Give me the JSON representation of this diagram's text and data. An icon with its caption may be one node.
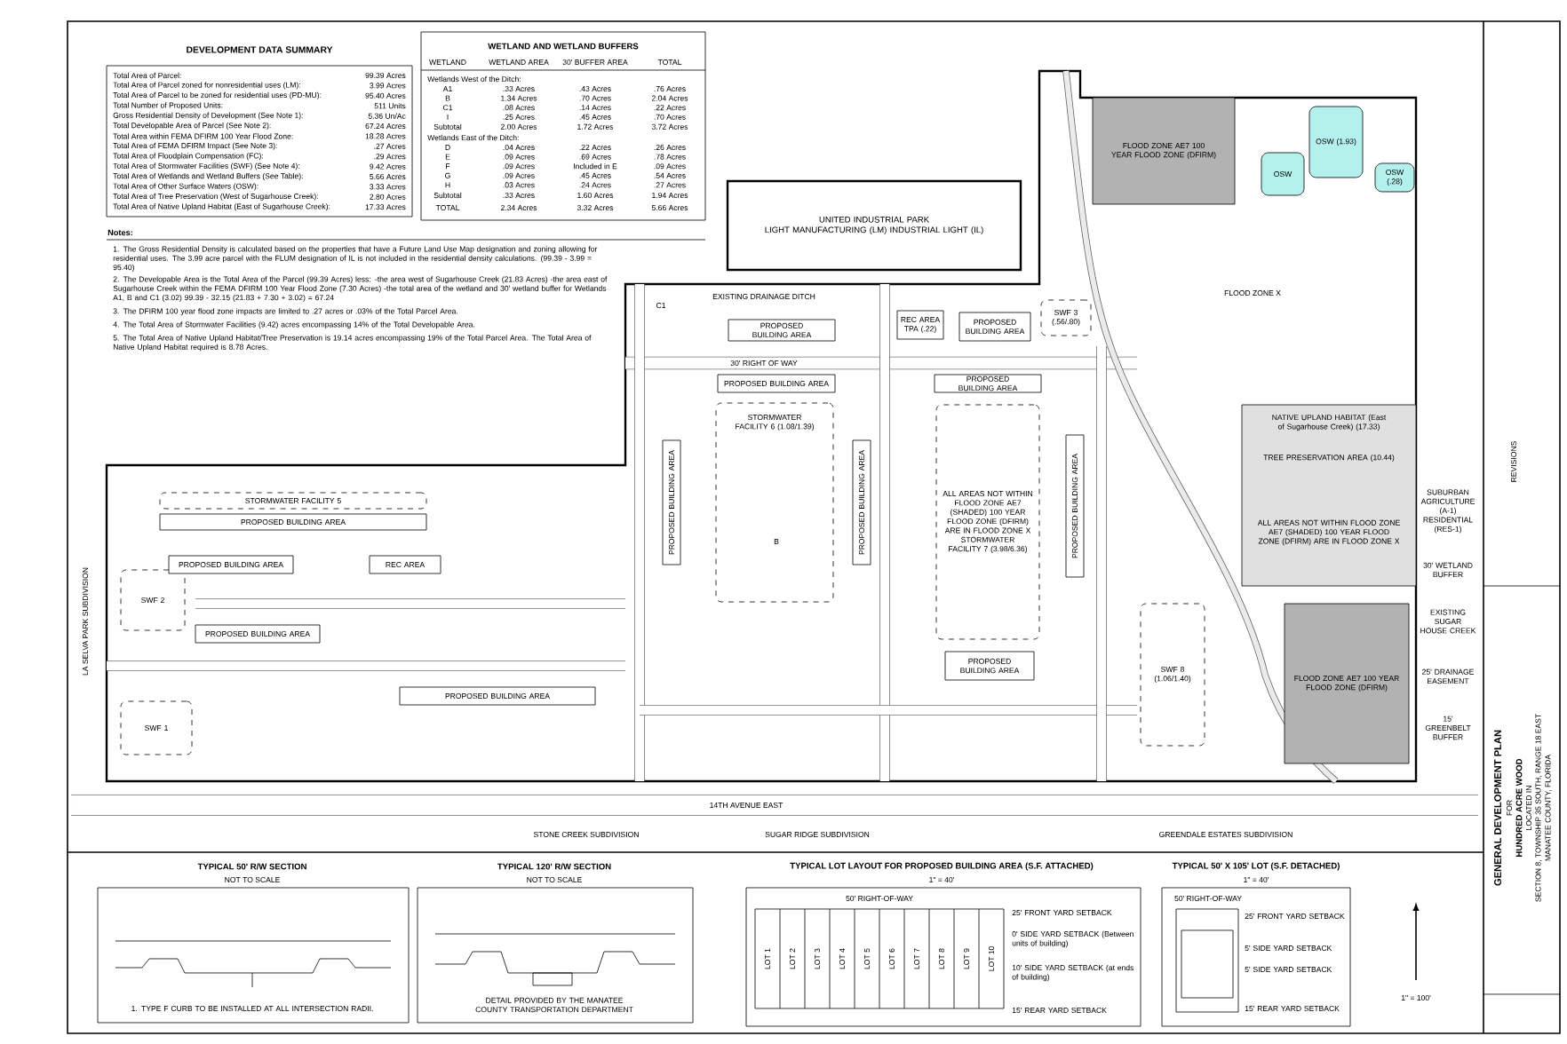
{
  "diagram": {
    "nodes": [
      {
        "text": [
          "STORMWATER FACILITY 5"
        ]
      },
      {
        "text": [
          "STORMWATER FACILITY 6 (1.08/1.39)"
        ]
      },
      {
        "text": [
          "ALL AREAS NOT WITHIN FLOOD ZONE AE7 (SHADED) 100 YEAR FLOOD ZONE (DFIRM) ARE IN FLOOD ZONE X",
          "STORMWATER FACILITY 7 (3.98/6.36)"
        ]
      },
      {
        "text": [
          "SWF 1"
        ]
      },
      {
        "text": [
          "SWF 2"
        ]
      },
      {
        "text": [
          "SWF 3 (.56/.80)"
        ]
      },
      {
        "text": [
          "SWF 8 (1.06/1.40)"
        ]
      },
      {
        "text": [
          "REC AREA TPA (.22)"
        ]
      },
      {
        "text": [
          "REC AREA"
        ]
      },
      {
        "text": [
          "FLOOD ZONE AE7 100 YEAR FLOOD ZONE (DFIRM)"
        ]
      },
      {
        "text": [
          "FLOOD ZONE AE7 100 YEAR FLOOD ZONE (DFIRM)"
        ]
      },
      {
        "text": [
          "NATIVE UPLAND HABITAT (East of Sugarhouse Creek) (17.33)"
        ]
      },
      {
        "text": [
          "OSW (1.93)"
        ]
      },
      {
        "text": [
          "OSW (.28)"
        ]
      },
      {
        "text": [
          "OSW"
        ]
      },
      {
        "text": [
          "UNITED INDUSTRIAL PARK",
          "LIGHT MANUFACTURING (LM) INDUSTRIAL LIGHT (IL)"
        ]
      },
      {
        "text": [
          "PROPOSED BUILDING AREA"
        ]
      },
      {
        "text": [
          "PROPOSED BUILDING AREA"
        ]
      },
      {
        "text": [
          "PROPOSED BUILDING AREA"
        ]
      },
      {
        "text": [
          "PROPOSED BUILDING AREA"
        ]
      },
      {
        "text": [
          "PROPOSED BUILDING AREA"
        ]
      },
      {
        "text": [
          "PROPOSED BUILDING AREA"
        ]
      },
      {
        "text": [
          "PROPOSED BUILDING AREA"
        ]
      },
      {
        "text": [
          "PROPOSED BUILDING AREA"
        ]
      },
      {
        "text": [
          "PROPOSED BUILDING AREA"
        ]
      },
      {
        "text": [
          "PROPOSED BUILDING AREA"
        ]
      },
      {
        "text": [
          "PROPOSED BUILDING AREA"
        ]
      },
      {
        "text": [
          "PROPOSED BUILDING AREA"
        ]
      }
    ],
    "labels": [
      "DEVELOPMENT DATA SUMMARY",
      "Total Area of Parcel:",
      "99.39 Acres",
      "Total Area of Parcel zoned for nonresidential uses (LM):",
      "3.99 Acres",
      "Total Area of Parcel to be zoned for residential uses (PD-MU):",
      "95.40 Acres",
      "Total Number of Proposed Units:",
      "511 Units",
      "Gross Residential Density of Development (See Note 1):",
      "5.36 Un/Ac",
      "Total Developable Area of Parcel (See Note 2):",
      "67.24 Acres",
      "Total Area within FEMA DFIRM 100 Year Flood Zone:",
      "18.28 Acres",
      "Total Area of FEMA DFIRM Impact (See Note 3):",
      ".27 Acres",
      "Total Area of Floodplain Compensation (FC):",
      ".29 Acres",
      "Total Area of Stormwater Facilities (SWF) (See Note 4):",
      "9.42 Acres",
      "Total Area of Wetlands and Wetland Buffers (See Table):",
      "5.66 Acres",
      "Total Area of Other Surface Waters (OSW):",
      "3.33 Acres",
      "Total Area of Tree Preservation (West of Sugarhouse Creek):",
      "2.80 Acres",
      "Total Area of Native Upland Habitat (East of Sugarhouse Creek):",
      "17.33 Acres",
      "WETLAND AND WETLAND BUFFERS",
      "WETLAND",
      "WETLAND AREA",
      "30' BUFFER AREA",
      "TOTAL",
      "Wetlands West of the Ditch:",
      "A1",
      ".33 Acres",
      ".43 Acres",
      ".76 Acres",
      "B",
      "1.34 Acres",
      ".70 Acres",
      "2.04 Acres",
      "C1",
      ".08 Acres",
      ".14 Acres",
      ".22 Acres",
      "I",
      ".25 Acres",
      ".45 Acres",
      ".70 Acres",
      "Subtotal",
      "2.00 Acres",
      "1.72 Acres",
      "3.72 Acres",
      "Wetlands East of the Ditch:",
      "D",
      ".04 Acres",
      ".22 Acres",
      ".26 Acres",
      "E",
      ".09 Acres",
      ".69 Acres",
      ".78 Acres",
      "F",
      ".09 Acres",
      "Included in E",
      ".09 Acres",
      "G",
      ".09 Acres",
      ".45 Acres",
      ".54 Acres",
      "H",
      ".03 Acres",
      ".24 Acres",
      ".27 Acres",
      "Subtotal",
      ".33 Acres",
      "1.60 Acres",
      "1.94 Acres",
      "TOTAL",
      "2.34 Acres",
      "3.32 Acres",
      "5.66 Acres",
      "Notes:",
      "1. The Gross Residential Density is calculated based on the properties that have a Future Land Use Map designation and zoning allowing for residential uses. The 3.99 acre parcel with the FLUM designation of IL is not included in the residential density calculations. (99.39 - 3.99 = 95.40)",
      "2. The Developable Area is the Total Area of the Parcel (99.39 Acres) less: -the area west of Sugarhouse Creek (21.83 Acres) -the area east of Sugarhouse Creek within the FEMA DFIRM 100 Year Flood Zone (7.30 Acres) -the total area of the wetland and 30' wetland buffer for Wetlands A1, B and C1 (3.02) 99.39 - 32.15 (21.83 + 7.30 + 3.02) = 67.24",
      "3. The DFIRM 100 year flood zone impacts are limited to .27 acres or .03% of the Total Parcel Area.",
      "4. The Total Area of Stormwater Facilities (9.42) acres encompassing 14% of the Total Developable Area.",
      "5. The Total Area of Native Upland Habitat/Tree Preservation is 19.14 acres encompassing 19% of the Total Parcel Area. The Total Area of Native Upland Habitat required is 8.78 Acres.",
      "FLOOD ZONE X",
      "TREE PRESERVATION AREA (10.44)",
      "ALL AREAS NOT WITHIN FLOOD ZONE AE7 (SHADED) 100 YEAR FLOOD ZONE (DFIRM) ARE IN FLOOD ZONE X",
      "14TH AVENUE EAST",
      "STONE CREEK SUBDIVISION",
      "SUGAR RIDGE SUBDIVISION",
      "GREENDALE ESTATES SUBDIVISION",
      "LA SELVA PARK SUBDIVISION",
      "EXISTING SUGAR HOUSE CREEK",
      "25' DRAINAGE EASEMENT",
      "15' GREENBELT BUFFER",
      "SUBURBAN AGRICULTURE (A-1) RESIDENTIAL (RES-1)",
      "30' WETLAND BUFFER",
      "EXISTING DRAINAGE DITCH",
      "30' RIGHT OF WAY",
      "C1",
      "B",
      "TYPICAL 50' R/W SECTION",
      "NOT TO SCALE",
      "1. TYPE F CURB TO BE INSTALLED AT ALL INTERSECTION RADII.",
      "TYPICAL 120' R/W SECTION",
      "NOT TO SCALE",
      "DETAIL PROVIDED BY THE MANATEE COUNTY TRANSPORTATION DEPARTMENT",
      "TYPICAL LOT LAYOUT FOR PROPOSED BUILDING AREA (S.F. ATTACHED)",
      "1\" = 40'",
      "50' RIGHT-OF-WAY",
      "25' FRONT YARD SETBACK",
      "0' SIDE YARD SETBACK (Between units of building)",
      "10' SIDE YARD SETBACK (at ends of building)",
      "15' REAR YARD SETBACK",
      "LOT 1",
      "LOT 2",
      "LOT 3",
      "LOT 4",
      "LOT 5",
      "LOT 6",
      "LOT 7",
      "LOT 8",
      "LOT 9",
      "LOT 10",
      "TYPICAL 50' X 105' LOT (S.F. DETACHED)",
      "1\" = 40'",
      "50' RIGHT-OF-WAY",
      "25' FRONT YARD SETBACK",
      "5' SIDE YARD SETBACK",
      "5' SIDE YARD SETBACK",
      "15' REAR YARD SETBACK",
      "1\" = 100'",
      "REVISIONS",
      "GENERAL DEVELOPMENT PLAN",
      "FOR",
      "HUNDRED ACRE WOOD",
      "LOCATED IN",
      "SECTION 8, TOWNSHIP 35 SOUTH, RANGE 18 EAST",
      "MANATEE COUNTY, FLORIDA"
    ]
  }
}
